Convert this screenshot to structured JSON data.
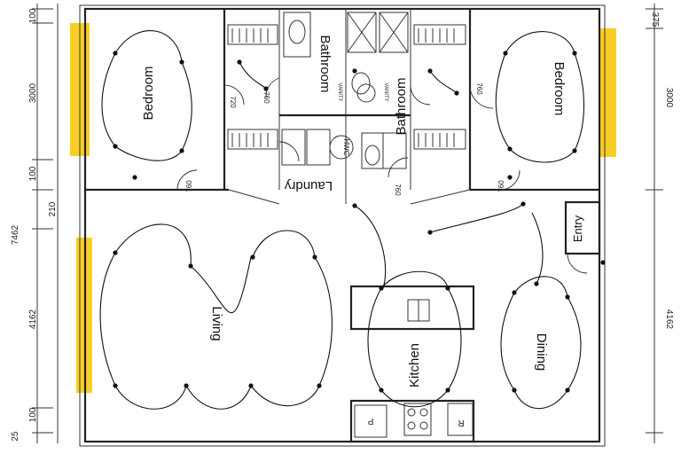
{
  "rooms": {
    "bedroom_left": "Bedroom",
    "bedroom_right": "Bedroom",
    "bathroom_left": "Bathroom",
    "bathroom_right": "Bathroom",
    "laundry": "Laundry",
    "living": "Living",
    "kitchen": "Kitchen",
    "dining": "Dining",
    "entry": "Entry"
  },
  "dimensions_left": {
    "d_100_top": "100",
    "d_3000": "3000",
    "d_100_mid": "100",
    "d_7462": "7462",
    "d_210": "210",
    "d_4162": "4162",
    "d_100_bot": "100",
    "d_25": "25"
  },
  "dimensions_right": {
    "d_375": "375",
    "d_3000": "3000",
    "d_4162": "4162"
  },
  "doors": {
    "door_760": "760",
    "door_720": "720"
  },
  "fixtures": {
    "hwc": "HWC",
    "vanity": "VANITY",
    "r": "R",
    "p": "P"
  },
  "colors": {
    "window_highlight": "#f7c500",
    "line": "#222222",
    "background": "#ffffff"
  }
}
